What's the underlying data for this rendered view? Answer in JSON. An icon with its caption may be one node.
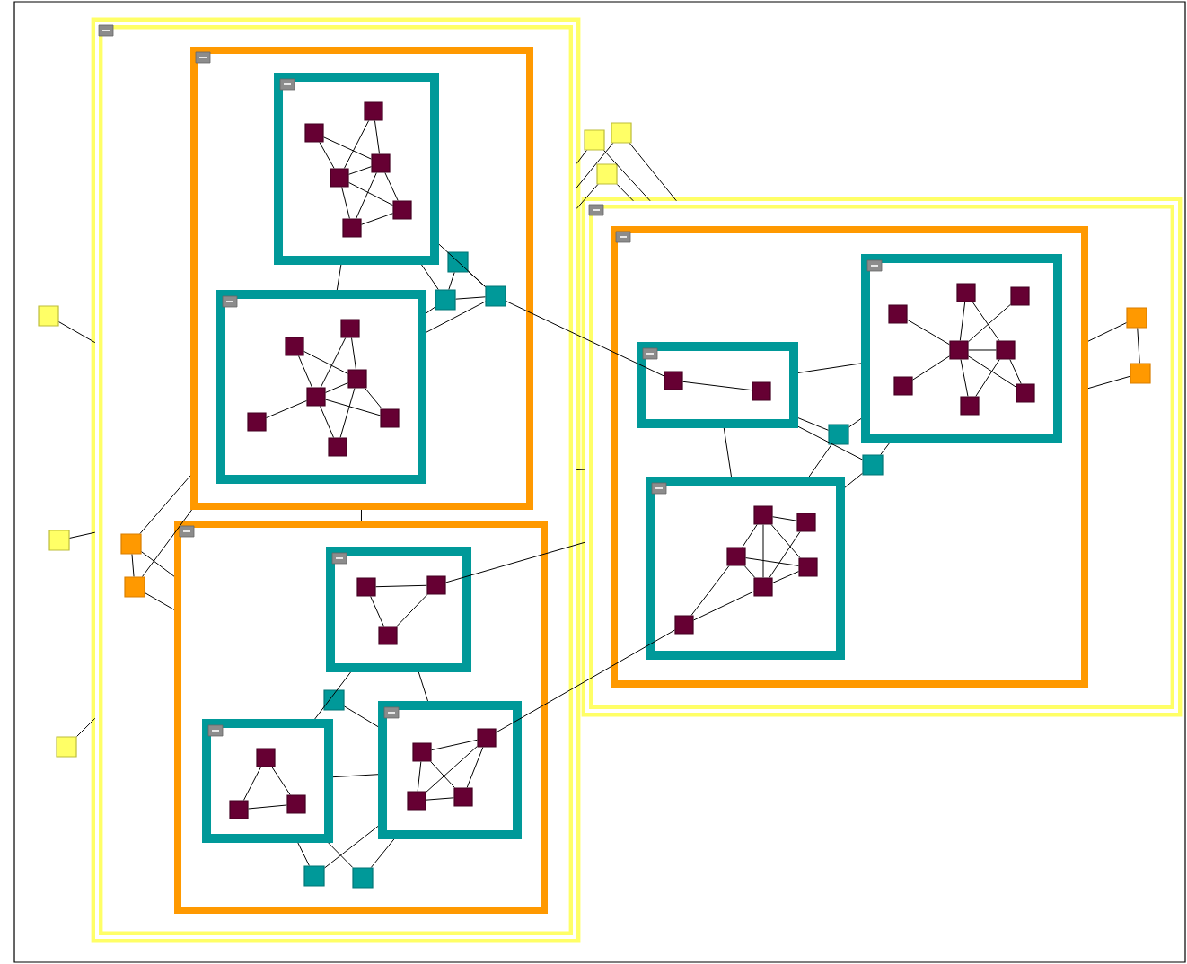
{
  "diagram": {
    "nodes": [
      {
        "text": [],
        "shape": "box"
      },
      {
        "text": [],
        "shape": "box",
        "in": 0
      },
      {
        "text": [],
        "shape": "box",
        "in": 1
      },
      {
        "text": [],
        "shape": "square",
        "in": 2
      },
      {
        "text": [],
        "shape": "square",
        "in": 2
      },
      {
        "text": [],
        "shape": "square",
        "in": 2
      },
      {
        "text": [],
        "shape": "square",
        "in": 2
      },
      {
        "text": [],
        "shape": "square",
        "in": 2
      },
      {
        "text": [],
        "shape": "square",
        "in": 2
      },
      {
        "text": [],
        "shape": "box",
        "in": 1
      },
      {
        "text": [],
        "shape": "square",
        "in": 9
      },
      {
        "text": [],
        "shape": "square",
        "in": 9
      },
      {
        "text": [],
        "shape": "square",
        "in": 9
      },
      {
        "text": [],
        "shape": "square",
        "in": 9
      },
      {
        "text": [],
        "shape": "square",
        "in": 9
      },
      {
        "text": [],
        "shape": "square",
        "in": 9
      },
      {
        "text": [],
        "shape": "square",
        "in": 9
      },
      {
        "text": [],
        "shape": "square",
        "in": 1
      },
      {
        "text": [],
        "shape": "square",
        "in": 1
      },
      {
        "text": [],
        "shape": "square",
        "in": 1
      },
      {
        "text": [],
        "shape": "box",
        "in": 0
      },
      {
        "text": [],
        "shape": "box",
        "in": 20
      },
      {
        "text": [],
        "shape": "square",
        "in": 21
      },
      {
        "text": [],
        "shape": "square",
        "in": 21
      },
      {
        "text": [],
        "shape": "square",
        "in": 21
      },
      {
        "text": [],
        "shape": "box",
        "in": 20
      },
      {
        "text": [],
        "shape": "square",
        "in": 25
      },
      {
        "text": [],
        "shape": "square",
        "in": 25
      },
      {
        "text": [],
        "shape": "square",
        "in": 25
      },
      {
        "text": [],
        "shape": "square",
        "in": 25
      },
      {
        "text": [],
        "shape": "box",
        "in": 20
      },
      {
        "text": [],
        "shape": "square",
        "in": 30
      },
      {
        "text": [],
        "shape": "square",
        "in": 30
      },
      {
        "text": [],
        "shape": "square",
        "in": 30
      },
      {
        "text": [],
        "shape": "square",
        "in": 20
      },
      {
        "text": [],
        "shape": "square",
        "in": 20
      },
      {
        "text": [],
        "shape": "square",
        "in": 20
      },
      {
        "text": [],
        "shape": "square",
        "in": 0
      },
      {
        "text": [],
        "shape": "square",
        "in": 0
      },
      {
        "text": [],
        "shape": "box"
      },
      {
        "text": [],
        "shape": "box",
        "in": 39
      },
      {
        "text": [],
        "shape": "box",
        "in": 40
      },
      {
        "text": [],
        "shape": "square",
        "in": 41
      },
      {
        "text": [],
        "shape": "square",
        "in": 41
      },
      {
        "text": [],
        "shape": "box",
        "in": 40
      },
      {
        "text": [],
        "shape": "square",
        "in": 44
      },
      {
        "text": [],
        "shape": "square",
        "in": 44
      },
      {
        "text": [],
        "shape": "square",
        "in": 44
      },
      {
        "text": [],
        "shape": "square",
        "in": 44
      },
      {
        "text": [],
        "shape": "square",
        "in": 44
      },
      {
        "text": [],
        "shape": "square",
        "in": 44
      },
      {
        "text": [],
        "shape": "square",
        "in": 44
      },
      {
        "text": [],
        "shape": "square",
        "in": 44
      },
      {
        "text": [],
        "shape": "box",
        "in": 40
      },
      {
        "text": [],
        "shape": "square",
        "in": 53
      },
      {
        "text": [],
        "shape": "square",
        "in": 53
      },
      {
        "text": [],
        "shape": "square",
        "in": 53
      },
      {
        "text": [],
        "shape": "square",
        "in": 53
      },
      {
        "text": [],
        "shape": "square",
        "in": 53
      },
      {
        "text": [],
        "shape": "square",
        "in": 53
      },
      {
        "text": [],
        "shape": "square",
        "in": 40
      },
      {
        "text": [],
        "shape": "square",
        "in": 40
      },
      {
        "text": [],
        "shape": "square",
        "in": 39
      },
      {
        "text": [],
        "shape": "square",
        "in": 39
      },
      {
        "text": [],
        "shape": "square"
      },
      {
        "text": [],
        "shape": "square"
      },
      {
        "text": [],
        "shape": "square"
      },
      {
        "text": [],
        "shape": "square"
      },
      {
        "text": [],
        "shape": "square"
      },
      {
        "text": [],
        "shape": "square"
      }
    ],
    "edges": [
      {
        "from": 3,
        "to": 6,
        "arrow": "none"
      },
      {
        "from": 3,
        "to": 5,
        "arrow": "none"
      },
      {
        "from": 4,
        "to": 6,
        "arrow": "none"
      },
      {
        "from": 4,
        "to": 5,
        "arrow": "none"
      },
      {
        "from": 6,
        "to": 5,
        "arrow": "none"
      },
      {
        "from": 6,
        "to": 7,
        "arrow": "none"
      },
      {
        "from": 6,
        "to": 8,
        "arrow": "none"
      },
      {
        "from": 5,
        "to": 7,
        "arrow": "none"
      },
      {
        "from": 5,
        "to": 8,
        "arrow": "none"
      },
      {
        "from": 8,
        "to": 7,
        "arrow": "none"
      },
      {
        "from": 11,
        "to": 12,
        "arrow": "none"
      },
      {
        "from": 11,
        "to": 13,
        "arrow": "none"
      },
      {
        "from": 10,
        "to": 12,
        "arrow": "none"
      },
      {
        "from": 10,
        "to": 13,
        "arrow": "none"
      },
      {
        "from": 13,
        "to": 12,
        "arrow": "none"
      },
      {
        "from": 13,
        "to": 14,
        "arrow": "none"
      },
      {
        "from": 13,
        "to": 15,
        "arrow": "none"
      },
      {
        "from": 13,
        "to": 16,
        "arrow": "none"
      },
      {
        "from": 12,
        "to": 15,
        "arrow": "none"
      },
      {
        "from": 12,
        "to": 16,
        "arrow": "none"
      },
      {
        "from": 2,
        "to": 9,
        "arrow": "none"
      },
      {
        "from": 17,
        "to": 18,
        "arrow": "none"
      },
      {
        "from": 17,
        "to": 19,
        "arrow": "none"
      },
      {
        "from": 18,
        "to": 19,
        "arrow": "none"
      },
      {
        "from": 2,
        "to": 19,
        "arrow": "none"
      },
      {
        "from": 2,
        "to": 18,
        "arrow": "none"
      },
      {
        "from": 9,
        "to": 18,
        "arrow": "none"
      },
      {
        "from": 9,
        "to": 19,
        "arrow": "none"
      },
      {
        "from": 19,
        "to": 42,
        "arrow": "none"
      },
      {
        "from": 22,
        "to": 23,
        "arrow": "none"
      },
      {
        "from": 22,
        "to": 24,
        "arrow": "none"
      },
      {
        "from": 23,
        "to": 24,
        "arrow": "none"
      },
      {
        "from": 23,
        "to": 39,
        "arrow": "none"
      },
      {
        "from": 26,
        "to": 27,
        "arrow": "none"
      },
      {
        "from": 26,
        "to": 28,
        "arrow": "none"
      },
      {
        "from": 27,
        "to": 28,
        "arrow": "none"
      },
      {
        "from": 27,
        "to": 29,
        "arrow": "none"
      },
      {
        "from": 28,
        "to": 29,
        "arrow": "none"
      },
      {
        "from": 26,
        "to": 29,
        "arrow": "none"
      },
      {
        "from": 27,
        "to": 59,
        "arrow": "none"
      },
      {
        "from": 31,
        "to": 32,
        "arrow": "none"
      },
      {
        "from": 31,
        "to": 33,
        "arrow": "none"
      },
      {
        "from": 32,
        "to": 33,
        "arrow": "none"
      },
      {
        "from": 21,
        "to": 30,
        "arrow": "none"
      },
      {
        "from": 34,
        "to": 25,
        "arrow": "none"
      },
      {
        "from": 21,
        "to": 25,
        "arrow": "none"
      },
      {
        "from": 30,
        "to": 25,
        "arrow": "none"
      },
      {
        "from": 30,
        "to": 35,
        "arrow": "none"
      },
      {
        "from": 25,
        "to": 35,
        "arrow": "none"
      },
      {
        "from": 30,
        "to": 36,
        "arrow": "none"
      },
      {
        "from": 25,
        "to": 36,
        "arrow": "none"
      },
      {
        "from": 1,
        "to": 20,
        "arrow": "none"
      },
      {
        "from": 37,
        "to": 1,
        "arrow": "none"
      },
      {
        "from": 38,
        "to": 1,
        "arrow": "none"
      },
      {
        "from": 37,
        "to": 20,
        "arrow": "none"
      },
      {
        "from": 38,
        "to": 20,
        "arrow": "none"
      },
      {
        "from": 37,
        "to": 38,
        "arrow": "none"
      },
      {
        "from": 64,
        "to": 0,
        "arrow": "none"
      },
      {
        "from": 65,
        "to": 0,
        "arrow": "none"
      },
      {
        "from": 66,
        "to": 0,
        "arrow": "none"
      },
      {
        "from": 0,
        "to": 39,
        "arrow": "none"
      },
      {
        "from": 67,
        "to": 0,
        "arrow": "none"
      },
      {
        "from": 67,
        "to": 39,
        "arrow": "none"
      },
      {
        "from": 68,
        "to": 0,
        "arrow": "none"
      },
      {
        "from": 68,
        "to": 39,
        "arrow": "none"
      },
      {
        "from": 69,
        "to": 0,
        "arrow": "none"
      },
      {
        "from": 69,
        "to": 39,
        "arrow": "none"
      },
      {
        "from": 42,
        "to": 43,
        "arrow": "none"
      },
      {
        "from": 48,
        "to": 45,
        "arrow": "none"
      },
      {
        "from": 48,
        "to": 46,
        "arrow": "none"
      },
      {
        "from": 48,
        "to": 47,
        "arrow": "none"
      },
      {
        "from": 48,
        "to": 49,
        "arrow": "none"
      },
      {
        "from": 48,
        "to": 50,
        "arrow": "none"
      },
      {
        "from": 48,
        "to": 51,
        "arrow": "none"
      },
      {
        "from": 48,
        "to": 52,
        "arrow": "none"
      },
      {
        "from": 46,
        "to": 49,
        "arrow": "none"
      },
      {
        "from": 49,
        "to": 51,
        "arrow": "none"
      },
      {
        "from": 49,
        "to": 52,
        "arrow": "none"
      },
      {
        "from": 41,
        "to": 44,
        "arrow": "none"
      },
      {
        "from": 41,
        "to": 53,
        "arrow": "none"
      },
      {
        "from": 41,
        "to": 60,
        "arrow": "none"
      },
      {
        "from": 41,
        "to": 61,
        "arrow": "none"
      },
      {
        "from": 60,
        "to": 44,
        "arrow": "none"
      },
      {
        "from": 61,
        "to": 44,
        "arrow": "none"
      },
      {
        "from": 60,
        "to": 53,
        "arrow": "none"
      },
      {
        "from": 61,
        "to": 53,
        "arrow": "none"
      },
      {
        "from": 56,
        "to": 54,
        "arrow": "none"
      },
      {
        "from": 56,
        "to": 57,
        "arrow": "none"
      },
      {
        "from": 56,
        "to": 58,
        "arrow": "none"
      },
      {
        "from": 56,
        "to": 59,
        "arrow": "none"
      },
      {
        "from": 54,
        "to": 55,
        "arrow": "none"
      },
      {
        "from": 54,
        "to": 58,
        "arrow": "none"
      },
      {
        "from": 55,
        "to": 58,
        "arrow": "none"
      },
      {
        "from": 57,
        "to": 58,
        "arrow": "none"
      },
      {
        "from": 54,
        "to": 57,
        "arrow": "none"
      },
      {
        "from": 59,
        "to": 58,
        "arrow": "none"
      },
      {
        "from": 62,
        "to": 40,
        "arrow": "none"
      },
      {
        "from": 63,
        "to": 40,
        "arrow": "none"
      },
      {
        "from": 62,
        "to": 63,
        "arrow": "none"
      }
    ]
  }
}
